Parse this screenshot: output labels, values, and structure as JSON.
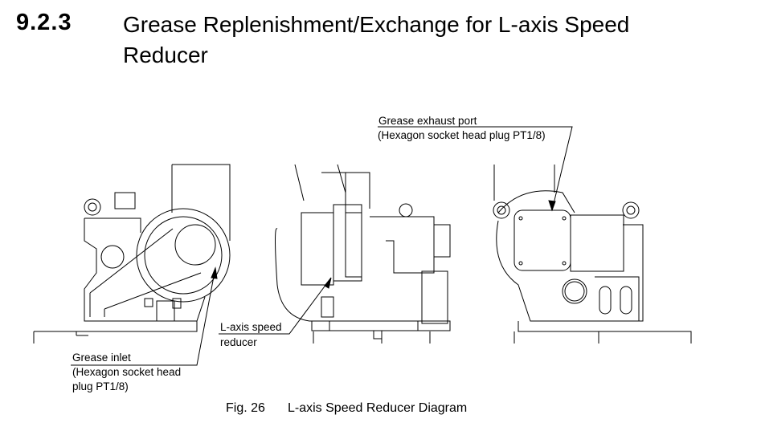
{
  "section": {
    "number": "9.2.3",
    "title_line1": "Grease Replenishment/Exchange for L-axis Speed",
    "title_line2": "Reducer"
  },
  "labels": {
    "exhaust_title": "Grease exhaust port",
    "exhaust_detail": "(Hexagon socket head plug PT1/8)",
    "reducer_line1": "L-axis speed",
    "reducer_line2": "reducer",
    "inlet_title": "Grease inlet",
    "inlet_detail_line1": "(Hexagon socket head",
    "inlet_detail_line2": "plug PT1/8)"
  },
  "caption": {
    "number": "Fig. 26",
    "title": "L-axis Speed Reducer Diagram"
  }
}
